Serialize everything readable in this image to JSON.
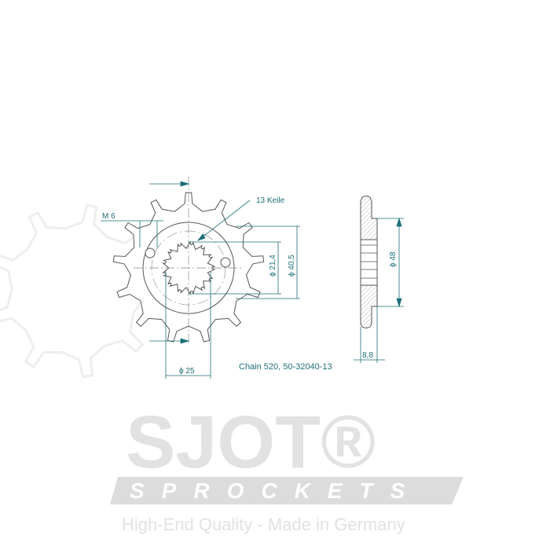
{
  "watermark": {
    "brand": "SJOT®",
    "subbrand": "SPROCKETS",
    "tagline": "High-End Quality - Made in Germany"
  },
  "labels": {
    "thread": "M 6",
    "splines": "13 Keile",
    "spline_dia": "ϕ 21,4",
    "hub_dia": "ϕ 40,5",
    "bore_dia": "ϕ 25",
    "side_dia": "ϕ 48",
    "thickness": "8,8",
    "caption": "Chain 520, 50-32040-13"
  },
  "sprocket": {
    "teeth": 13,
    "splines": 13
  },
  "colors": {
    "line": "#555555",
    "dimension": "#1d6f78",
    "watermark": "#e6e6e6"
  }
}
